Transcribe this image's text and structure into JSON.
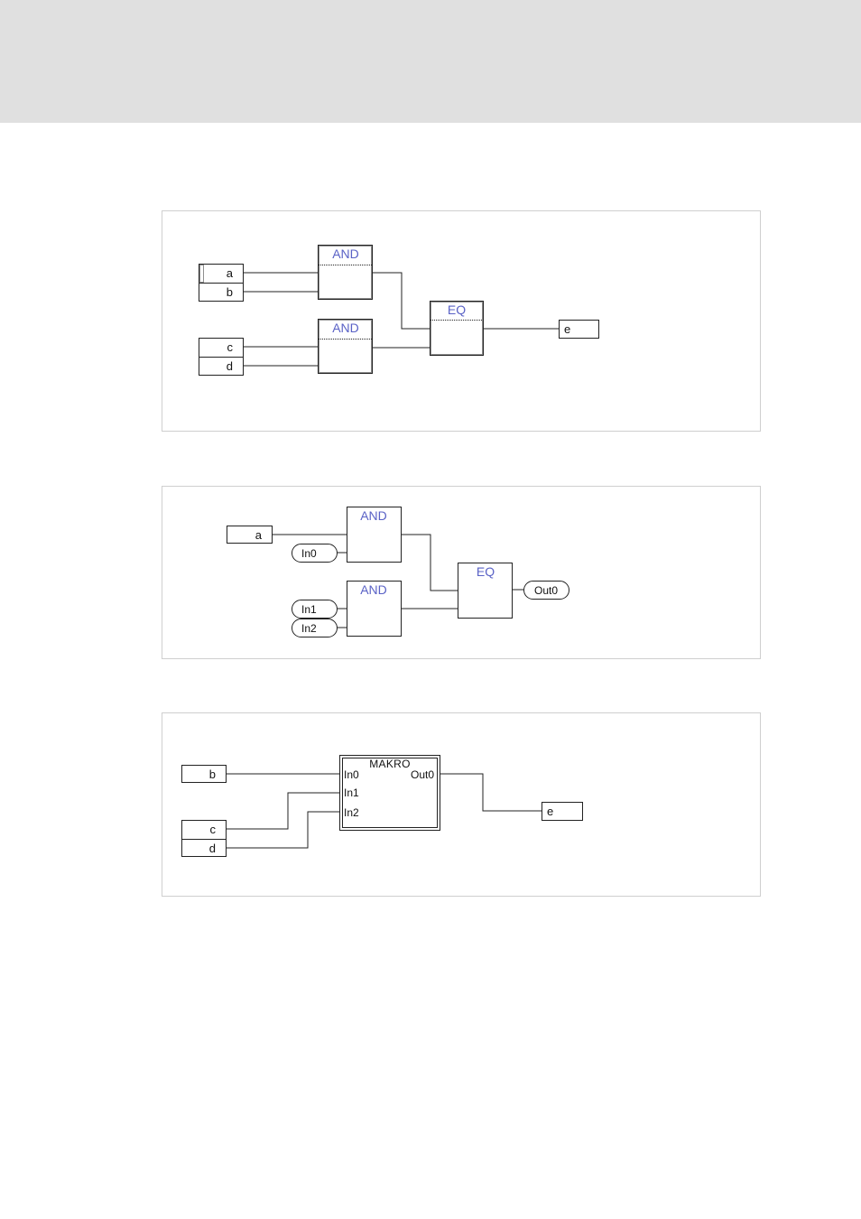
{
  "diagrams": {
    "original": {
      "inputs": [
        "a",
        "b",
        "c",
        "d"
      ],
      "gate1": "AND",
      "gate2": "AND",
      "compare": "EQ",
      "output": "e"
    },
    "macro_definition": {
      "input_var": "a",
      "gate1": "AND",
      "gate2": "AND",
      "compare": "EQ",
      "in_pins": [
        "In0",
        "In1",
        "In2"
      ],
      "out_pin": "Out0"
    },
    "macro_usage": {
      "inputs": [
        "b",
        "c",
        "d"
      ],
      "block_title": "MAKRO",
      "in_pins": [
        "In0",
        "In1",
        "In2"
      ],
      "out_pin": "Out0",
      "output": "e"
    }
  }
}
